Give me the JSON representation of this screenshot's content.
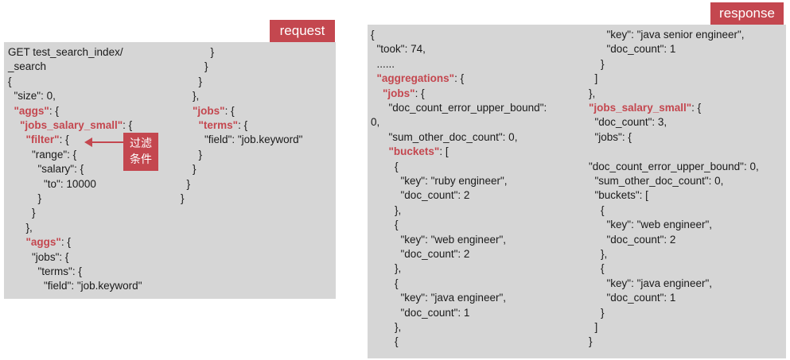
{
  "labels": {
    "request": "request",
    "response": "response"
  },
  "annotation": {
    "text_line1": "过滤",
    "text_line2": "条件"
  },
  "request_lines": [
    [
      "GET test_search_index/",
      ""
    ],
    [
      "_search",
      ""
    ],
    [
      "{",
      ""
    ],
    [
      "  \"size\": 0,",
      ""
    ],
    [
      "  ",
      "\"aggs\"",
      ": {"
    ],
    [
      "    ",
      "\"jobs_salary_small\"",
      ": {"
    ],
    [
      "      ",
      "\"filter\"",
      ": {"
    ],
    [
      "        \"range\": {",
      ""
    ],
    [
      "          \"salary\": {",
      ""
    ],
    [
      "            \"to\": 10000",
      ""
    ],
    [
      "          }",
      ""
    ],
    [
      "        }",
      ""
    ],
    [
      "      },",
      ""
    ],
    [
      "      ",
      "\"aggs\"",
      ": {"
    ],
    [
      "        \"jobs\": {",
      ""
    ],
    [
      "          \"terms\": {",
      ""
    ],
    [
      "            \"field\": \"job.keyword\"",
      ""
    ]
  ],
  "request_lines_col2": [
    [
      "          }",
      ""
    ],
    [
      "        }",
      ""
    ],
    [
      "      }",
      ""
    ],
    [
      "    },",
      ""
    ],
    [
      "    ",
      "\"jobs\"",
      ": {"
    ],
    [
      "      ",
      "\"terms\"",
      ": {"
    ],
    [
      "        \"field\": \"job.keyword\"",
      ""
    ],
    [
      "      }",
      ""
    ],
    [
      "    }",
      ""
    ],
    [
      "  }",
      ""
    ],
    [
      "}",
      ""
    ]
  ],
  "response_lines": [
    [
      "{",
      ""
    ],
    [
      "  \"took\": 74,",
      ""
    ],
    [
      "  ......",
      ""
    ],
    [
      "  ",
      "\"aggregations\"",
      ": {"
    ],
    [
      "    ",
      "\"jobs\"",
      ": {"
    ],
    [
      "      \"doc_count_error_upper_bound\":",
      ""
    ],
    [
      "0,",
      ""
    ],
    [
      "      \"sum_other_doc_count\": 0,",
      ""
    ],
    [
      "      ",
      "\"buckets\"",
      ": ["
    ],
    [
      "        {",
      ""
    ],
    [
      "          \"key\": \"ruby engineer\",",
      ""
    ],
    [
      "          \"doc_count\": 2",
      ""
    ],
    [
      "        },",
      ""
    ],
    [
      "        {",
      ""
    ],
    [
      "          \"key\": \"web engineer\",",
      ""
    ],
    [
      "          \"doc_count\": 2",
      ""
    ],
    [
      "        },",
      ""
    ],
    [
      "        {",
      ""
    ],
    [
      "          \"key\": \"java engineer\",",
      ""
    ],
    [
      "          \"doc_count\": 1",
      ""
    ],
    [
      "        },",
      ""
    ],
    [
      "        {",
      ""
    ]
  ],
  "response_lines_col2": [
    [
      "      \"key\": \"java senior engineer\",",
      ""
    ],
    [
      "      \"doc_count\": 1",
      ""
    ],
    [
      "    }",
      ""
    ],
    [
      "  ]",
      ""
    ],
    [
      "},",
      ""
    ],
    [
      "",
      "\"jobs_salary_small\"",
      ": {"
    ],
    [
      "  \"doc_count\": 3,",
      ""
    ],
    [
      "  \"jobs\": {",
      ""
    ],
    [
      "",
      ""
    ],
    [
      "\"doc_count_error_upper_bound\": 0,",
      ""
    ],
    [
      "  \"sum_other_doc_count\": 0,",
      ""
    ],
    [
      "  \"buckets\": [",
      ""
    ],
    [
      "    {",
      ""
    ],
    [
      "      \"key\": \"web engineer\",",
      ""
    ],
    [
      "      \"doc_count\": 2",
      ""
    ],
    [
      "    },",
      ""
    ],
    [
      "    {",
      ""
    ],
    [
      "      \"key\": \"java engineer\",",
      ""
    ],
    [
      "      \"doc_count\": 1",
      ""
    ],
    [
      "    }",
      ""
    ],
    [
      "  ]",
      ""
    ],
    [
      "}",
      ""
    ]
  ],
  "colors": {
    "accent": "#c4474f",
    "panel_bg": "#d6d6d6"
  }
}
